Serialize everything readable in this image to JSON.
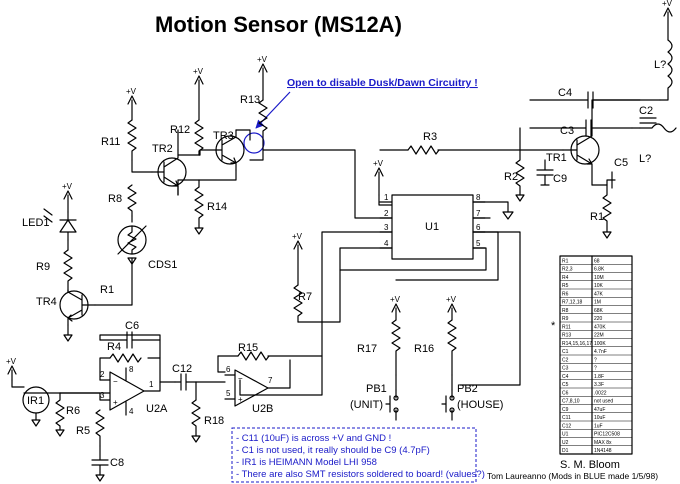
{
  "title": "Motion Sensor (MS12A)",
  "callout": "Open to disable Dusk/Dawn Circuitry !",
  "supply": "+V",
  "labels": {
    "r13": "R13",
    "r12": "R12",
    "r11": "R11",
    "r8": "R8",
    "r14": "R14",
    "cds1": "CDS1",
    "led1": "LED1",
    "r9": "R9",
    "r1a": "R1",
    "r7": "R7",
    "r3": "R3",
    "r2": "R2",
    "c9": "C9",
    "r1b": "R1",
    "c4": "C4",
    "c2": "C2",
    "c3": "C3",
    "c5": "C5",
    "r15": "R15",
    "r4": "R4",
    "c6": "C6",
    "r6": "R6",
    "r5": "R5",
    "c8": "C8",
    "c12": "C12",
    "r18": "R18",
    "r17": "R17",
    "r16": "R16",
    "tr1": "TR1",
    "tr2": "TR2",
    "tr3": "TR3",
    "tr4": "TR4",
    "u1": "U1",
    "u2a": "U2A",
    "u2b": "U2B",
    "ir1": "IR1",
    "pb1": "PB1",
    "pb1_sub": "(UNIT)",
    "pb2": "PB2",
    "pb2_sub": "(HOUSE)",
    "l1": "L?",
    "l2": "L?"
  },
  "pins": {
    "u1_1": "1",
    "u1_2": "2",
    "u1_3": "3",
    "u1_4": "4",
    "u1_5": "5",
    "u1_6": "6",
    "u1_7": "7",
    "u1_8": "8",
    "u2a_1": "1",
    "u2a_2": "2",
    "u2a_3": "3",
    "u2a_4": "4",
    "u2a_8": "8",
    "u2b_5": "5",
    "u2b_6": "6",
    "u2b_7": "7"
  },
  "parts_table": [
    [
      "R1",
      "68"
    ],
    [
      "R2,3",
      "6.8K"
    ],
    [
      "R4",
      "10M"
    ],
    [
      "R5",
      "10K"
    ],
    [
      "R6",
      "47K"
    ],
    [
      "R7,12,18",
      "1M"
    ],
    [
      "R8",
      "68K"
    ],
    [
      "R9",
      "220"
    ],
    [
      "R11",
      "470K"
    ],
    [
      "R13",
      "22M"
    ],
    [
      "R14,15,16,17",
      "100K"
    ],
    [
      "C1",
      "4.7nF"
    ],
    [
      "C2",
      "?"
    ],
    [
      "C3",
      "?"
    ],
    [
      "C4",
      "1.8F"
    ],
    [
      "C5",
      "3.3F"
    ],
    [
      "C6",
      ".0022"
    ],
    [
      "C7,8,10",
      "not used"
    ],
    [
      "C9",
      "47uF"
    ],
    [
      "C11",
      "10uF"
    ],
    [
      "C12",
      "1uF"
    ],
    [
      "U1",
      "PIC12C508"
    ],
    [
      "U2",
      "MAX 8x"
    ],
    [
      "D1",
      "1N4148"
    ]
  ],
  "notes": [
    "- C11 (10uF) is across +V and GND !",
    "- C1 is not used, it really should be C9 (4.7pF)",
    "- IR1 is HEIMANN Model LHI 958",
    "- There are also SMT resistors soldered to board! (values?)"
  ],
  "credit_name": "S. M. Bloom",
  "credit_line": "Tom Laureanno (Mods in BLUE made 1/5/98)"
}
